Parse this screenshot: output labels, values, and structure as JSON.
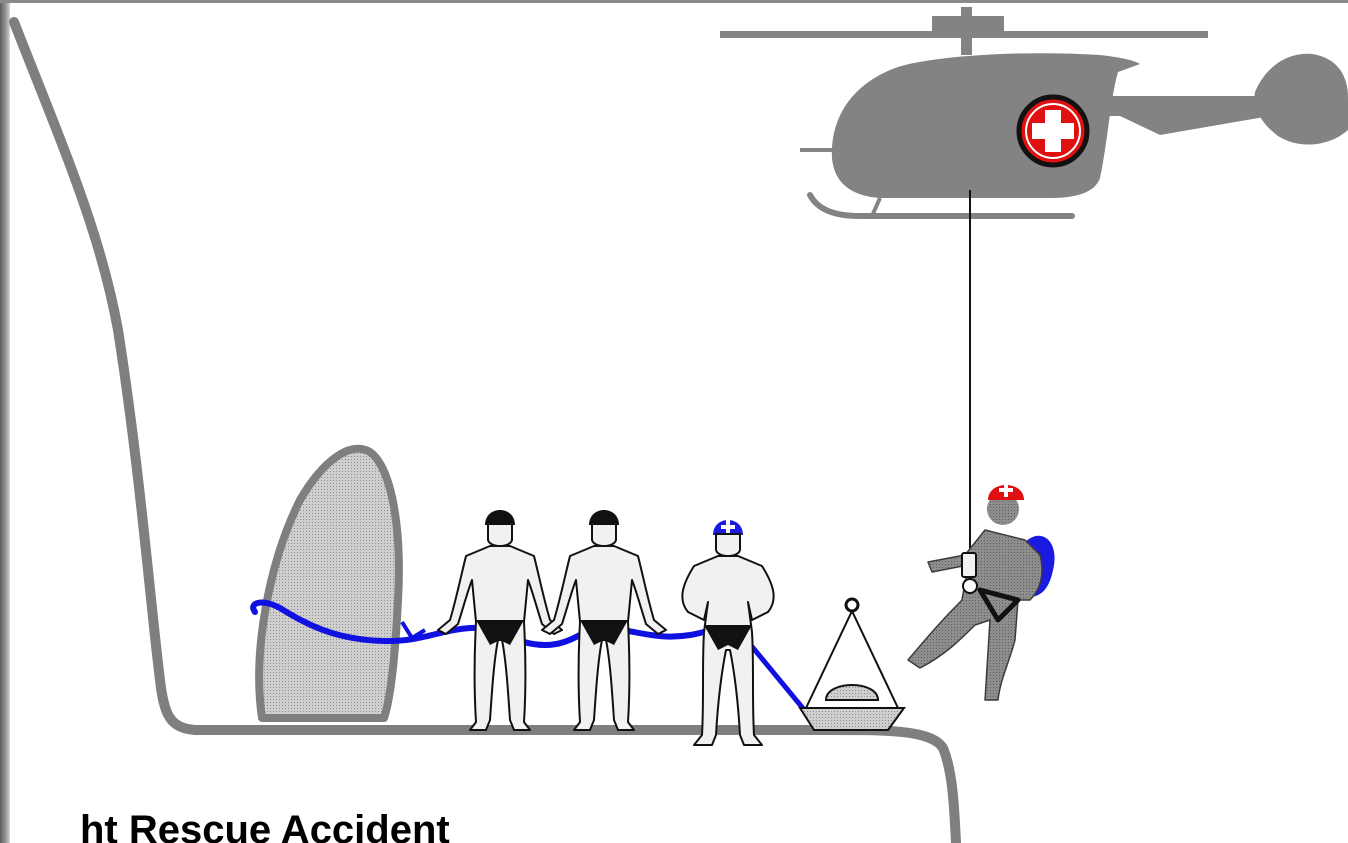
{
  "caption": {
    "text": "ht Rescue Accident"
  },
  "colors": {
    "rock": "#7f7f7f",
    "rope": "#1010e0",
    "helicopter": "#838383",
    "rescue_red": "#e01010",
    "helmet_black": "#111111",
    "helmet_blue": "#1a1ae0",
    "skin": "#f1f1f1",
    "rescuer_body": "#9a9a9a",
    "block_fill": "#dcdcdc"
  },
  "figures": {
    "persons_on_ledge": 3,
    "rescuer_on_winch": 1
  }
}
